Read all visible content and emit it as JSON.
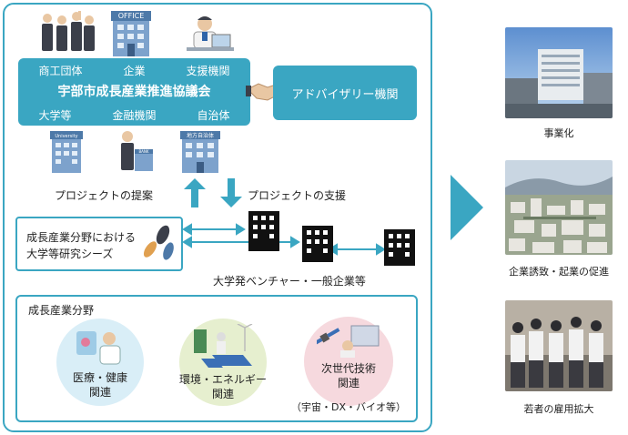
{
  "council": {
    "top_items": [
      "商工団体",
      "企業",
      "支援機関"
    ],
    "title": "宇部市成長産業推進協議会",
    "bottom_items": [
      "大学等",
      "金融機関",
      "自治体"
    ]
  },
  "advisory": "アドバイザリー機関",
  "icons": {
    "office_sign": "OFFICE",
    "university_sign": "University",
    "bank_sign": "BANK",
    "gov_sign": "地方自治体"
  },
  "arrows": {
    "proposal": "プロジェクトの提案",
    "support": "プロジェクトの支援"
  },
  "seeds": {
    "line1": "成長産業分野における",
    "line2": "大学等研究シーズ"
  },
  "ventures_label": "大学発ベンチャー・一般企業等",
  "fields": {
    "title": "成長産業分野",
    "medical": {
      "line1": "医療・健康",
      "line2": "関連"
    },
    "energy": {
      "line1": "環境・エネルギー",
      "line2": "関連"
    },
    "nextgen": {
      "line1": "次世代技術",
      "line2": "関連",
      "line3": "（宇宙・DX・バイオ等）"
    }
  },
  "outcomes": [
    "事業化",
    "企業誘致・起業の促進",
    "若者の雇用拡大"
  ],
  "colors": {
    "accent": "#3aa6c2",
    "medical": "#d9eef7",
    "energy": "#e6efcf",
    "nextgen": "#f6d9de"
  }
}
